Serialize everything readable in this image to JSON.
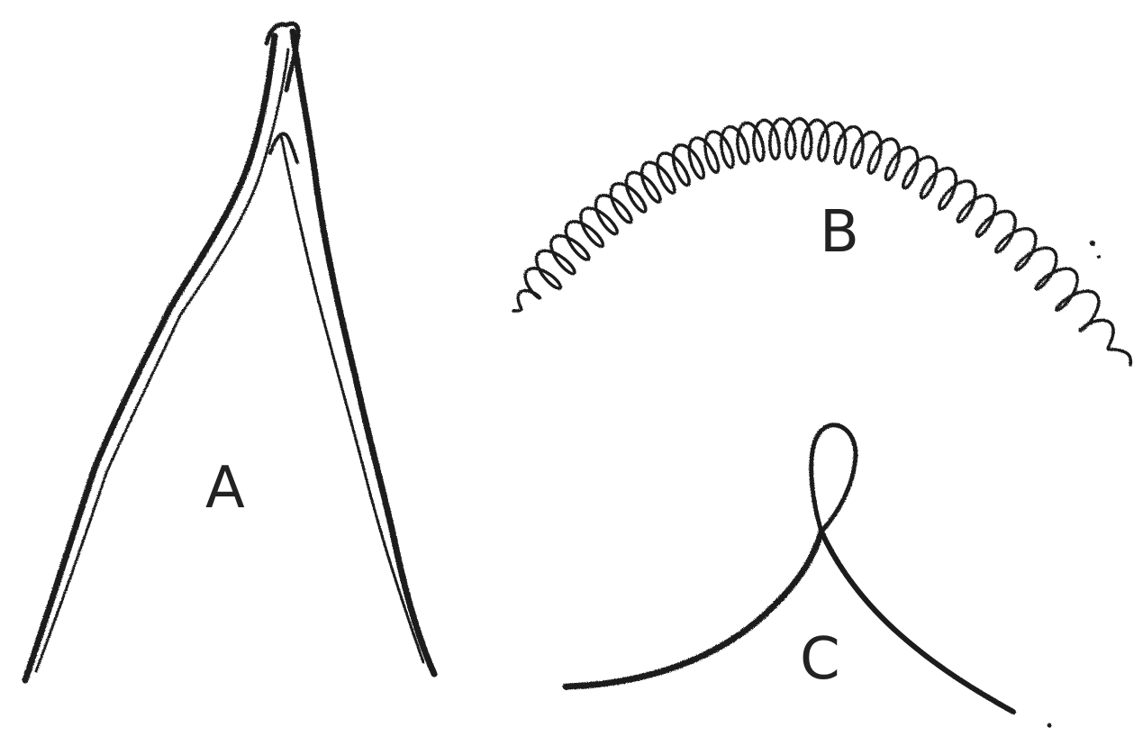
{
  "figure": {
    "labels": {
      "a": "A",
      "b": "B",
      "c": "C"
    },
    "ink_color": "#1a1a1a",
    "background_color": "#ffffff"
  }
}
